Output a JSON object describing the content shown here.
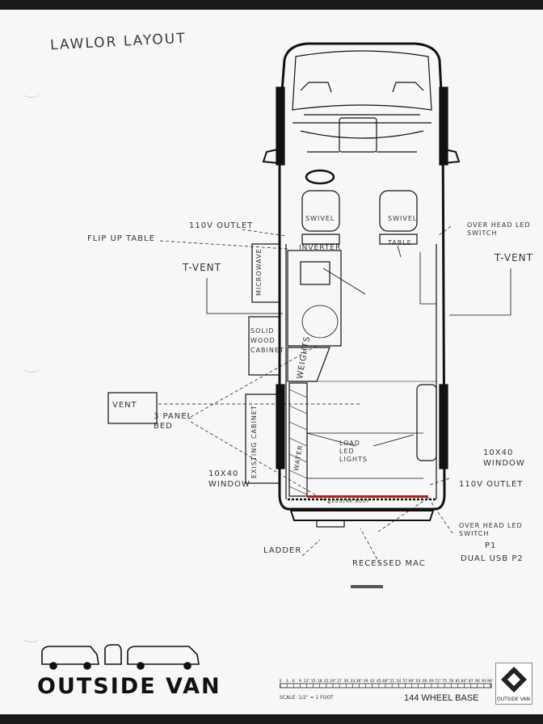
{
  "title": "LAWLOR LAYOUT",
  "labels": {
    "outlet_top": "110V OUTLET",
    "flip_table": "FLIP UP TABLE",
    "inverter": "INVERTER",
    "t_vent_left": "T-VENT",
    "microwave": "MICROWAVE",
    "solid_wood": "SOLID WOOD CABINET",
    "weights": "WEIGHTS",
    "vent": "VENT",
    "panel_bed": "3 PANEL BED",
    "ex_cabinet": "EXISTING CABINET",
    "window_left": "10X40 WINDOW",
    "water": "WATER",
    "swivel_left": "SWIVEL",
    "swivel_right": "SWIVEL",
    "table": "TABLE",
    "switch_top": "OVER HEAD LED SWITCH",
    "t_vent_right": "T-VENT",
    "load_led": "LOAD LED LIGHTS",
    "window_right": "10X40 WINDOW",
    "outlet_bottom": "110V OUTLET",
    "regular_body": "REGULAR BODY",
    "switch_bottom": "OVER HEAD LED SWITCH",
    "p1": "P1",
    "dual_usb": "DUAL USB P2",
    "ladder": "LADDER",
    "recessed_mac": "RECESSED MAC"
  },
  "footer": {
    "logo": "OUTSIDE VAN",
    "scale_caption": "SCALE: 1/2\" = 1 FOOT",
    "wheelbase": "144 WHEEL BASE",
    "brand_mark": "OUTSIDE VAN"
  },
  "scale_ticks": [
    "0",
    "3",
    "6",
    "9",
    "12\"",
    "15",
    "18",
    "21",
    "24\"",
    "27",
    "30",
    "33",
    "36\"",
    "39",
    "42",
    "45",
    "48\"",
    "51",
    "54",
    "57",
    "60\"",
    "63",
    "66",
    "69",
    "72\"",
    "75",
    "78",
    "81",
    "84\"",
    "87",
    "90",
    "93",
    "96\""
  ]
}
